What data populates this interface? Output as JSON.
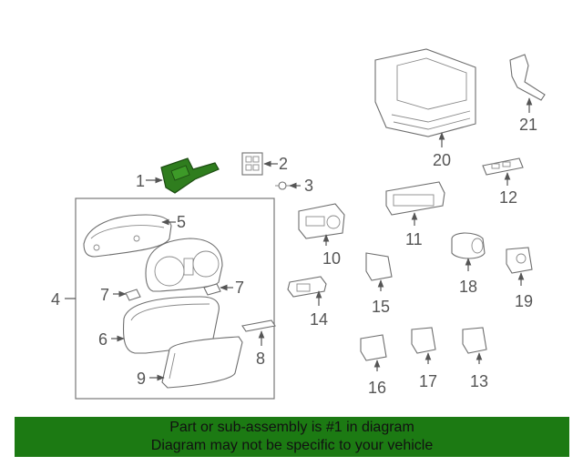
{
  "callouts": {
    "c1": "1",
    "c2": "2",
    "c3": "3",
    "c4": "4",
    "c5": "5",
    "c6": "6",
    "c7a": "7",
    "c7b": "7",
    "c8": "8",
    "c9": "9",
    "c10": "10",
    "c11": "11",
    "c12": "12",
    "c13": "13",
    "c14": "14",
    "c15": "15",
    "c16": "16",
    "c17": "17",
    "c18": "18",
    "c19": "19",
    "c20": "20",
    "c21": "21"
  },
  "banner": {
    "line1": "Part or sub-assembly is #1 in diagram",
    "line2": "Diagram may not be specific to your vehicle"
  },
  "colors": {
    "highlight": "#2f7d1e",
    "banner": "#1c7a13",
    "line": "#6e6e6e"
  }
}
